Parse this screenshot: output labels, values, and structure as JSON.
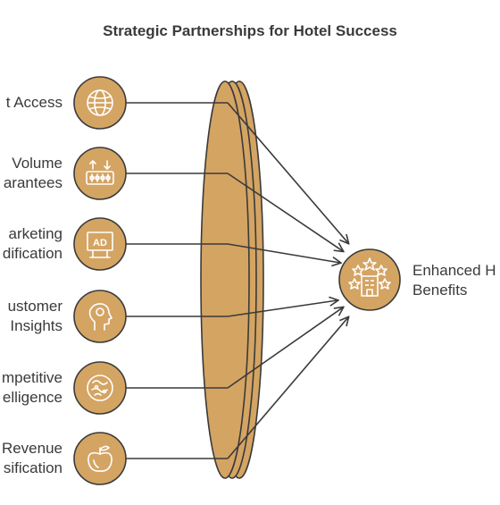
{
  "title": "Strategic Partnerships for Hotel Success",
  "inputs": [
    {
      "line1": "t Access",
      "line2": "",
      "icon": "globe-icon"
    },
    {
      "line1": "Volume",
      "line2": "arantees",
      "icon": "slider-controls-icon"
    },
    {
      "line1": "arketing",
      "line2": "dification",
      "icon": "billboard-ad-icon"
    },
    {
      "line1": "ustomer",
      "line2": "Insights",
      "icon": "head-profile-icon"
    },
    {
      "line1": "mpetitive",
      "line2": "elligence",
      "icon": "puzzle-brain-icon"
    },
    {
      "line1": "Revenue",
      "line2": "sification",
      "icon": "fruit-icon"
    }
  ],
  "ad_text": "AD",
  "result": {
    "line1": "Enhanced H",
    "line2": "Benefits",
    "icon": "hotel-stars-icon"
  },
  "colors": {
    "fill": "#D4A463",
    "stroke": "#3A3A3A",
    "text": "#3A3A3A"
  }
}
